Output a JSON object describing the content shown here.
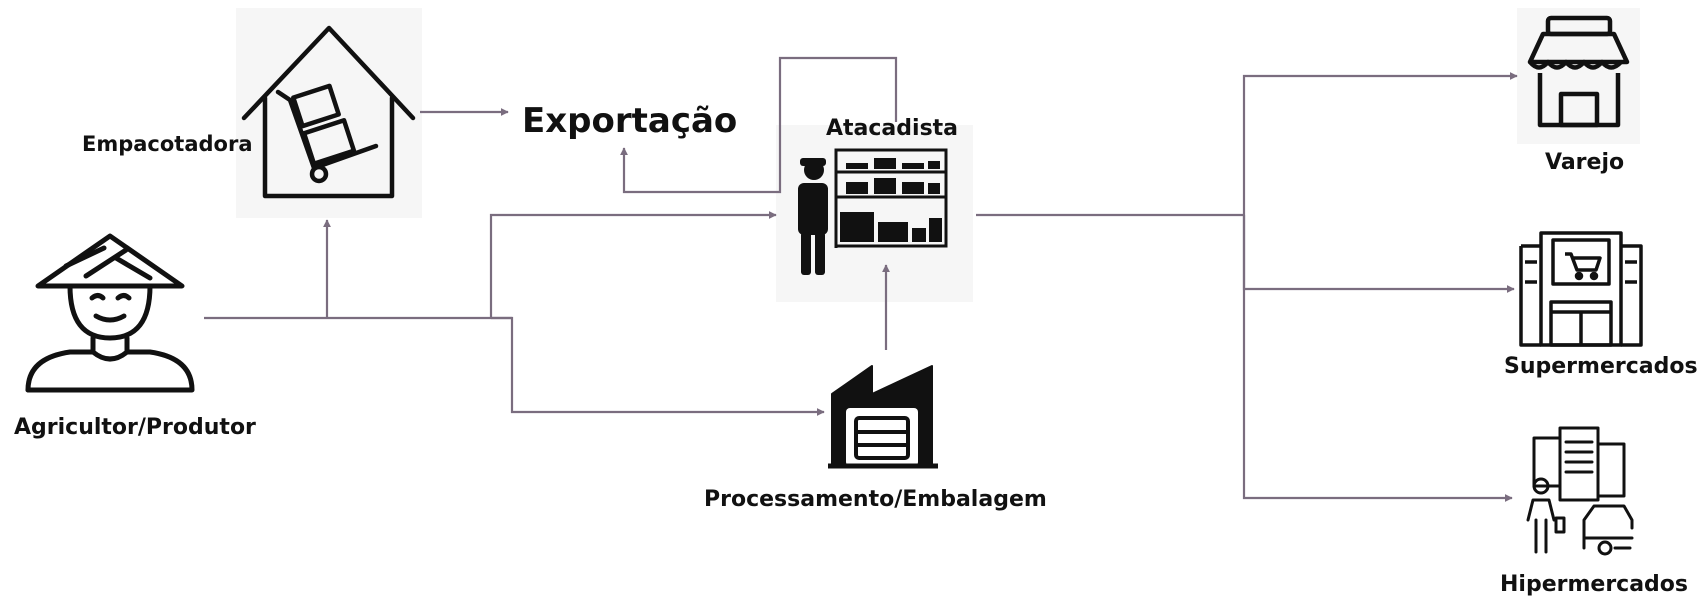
{
  "nodes": {
    "farmer": {
      "label": "Agricultor/Produtor",
      "icon": "farmer-icon"
    },
    "packer": {
      "label": "Empacotadora",
      "icon": "warehouse-hand-truck-icon"
    },
    "export": {
      "label": "Exportação"
    },
    "wholesaler": {
      "label": "Atacadista",
      "icon": "wholesaler-shelf-icon"
    },
    "processing": {
      "label": "Processamento/Embalagem",
      "icon": "factory-icon"
    },
    "retail": {
      "label": "Varejo",
      "icon": "storefront-icon"
    },
    "supermarkets": {
      "label": "Supermercados",
      "icon": "supermarket-icon"
    },
    "hypermarkets": {
      "label": "Hipermercados",
      "icon": "hypermarket-icon"
    }
  },
  "colors": {
    "connector": "#7a6d7f",
    "icon": "#111111",
    "node_background": "#f6f6f6"
  }
}
